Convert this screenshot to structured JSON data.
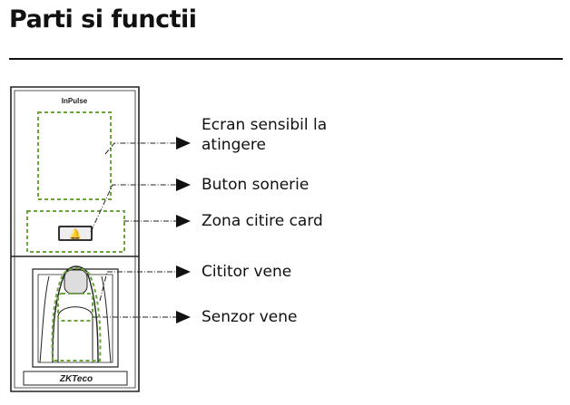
{
  "page": {
    "title": "Parti si functii"
  },
  "device": {
    "brand_label": "InPulse",
    "logo_text": "ZKTeco"
  },
  "callouts": [
    {
      "label": "Ecran sensibil la atingere"
    },
    {
      "label": "Buton sonerie"
    },
    {
      "label": "Zona citire card"
    },
    {
      "label": "Cititor vene"
    },
    {
      "label": "Senzor vene"
    }
  ],
  "colors": {
    "highlight_dash": "#6aa63c",
    "outline": "#222222",
    "text": "#111111"
  }
}
